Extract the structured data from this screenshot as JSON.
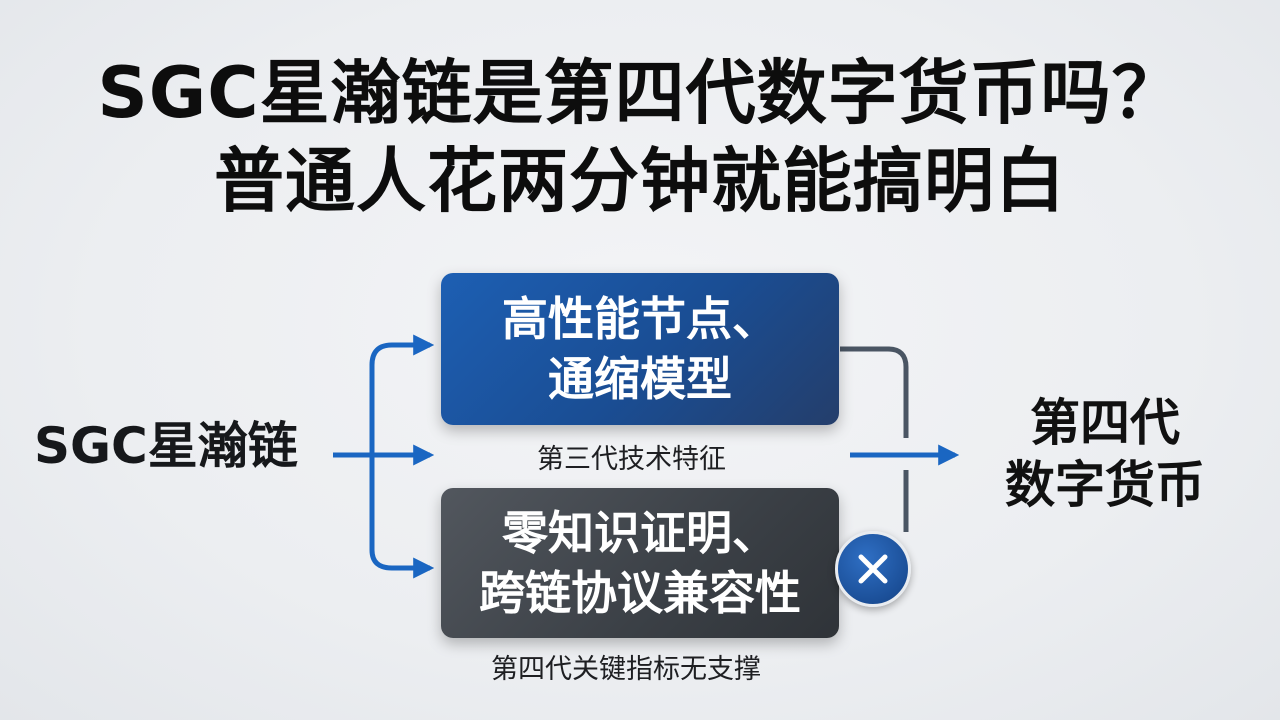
{
  "title": {
    "line1": "SGC星瀚链是第四代数字货币吗？",
    "line2": "普通人花两分钟就能搞明白"
  },
  "diagram": {
    "source": "SGC星瀚链",
    "top_box": {
      "line1": "高性能节点、",
      "line2": "通缩模型"
    },
    "top_caption": "第三代技术特征",
    "bottom_box": {
      "line1": "零知识证明、",
      "line2": "跨链协议兼容性"
    },
    "bottom_caption": "第四代关键指标无支撑",
    "result": {
      "line1": "第四代",
      "line2": "数字货币"
    },
    "rejection_icon": "x-mark-icon"
  },
  "colors": {
    "accent_blue": "#1a66c2",
    "top_box": "#1d5fb3",
    "bottom_box": "#3b4046",
    "connector": "#4a5563"
  }
}
